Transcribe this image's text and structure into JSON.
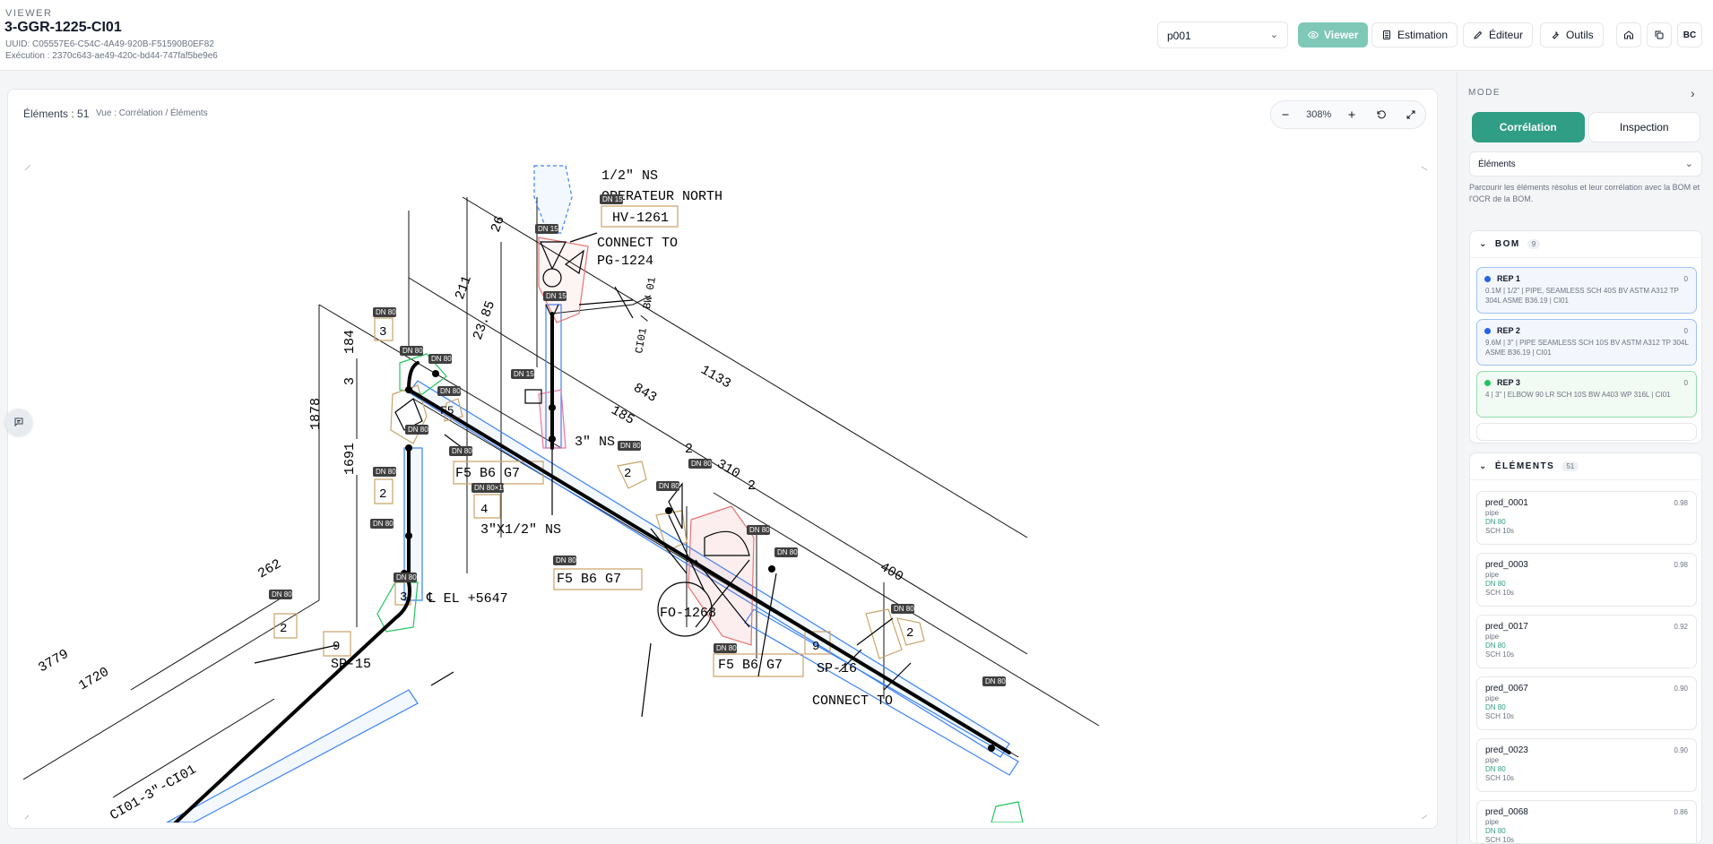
{
  "header": {
    "kicker": "VIEWER",
    "title": "3-GGR-1225-CI01",
    "uuid": "UUID: C05557E6-C54C-4A49-920B-F51590B0EF82",
    "execution": "Exécution : 2370c643-ae49-420c-bd44-747faf5be9e6",
    "page_select": "p001",
    "tabs": {
      "viewer": "Viewer",
      "estimation": "Estimation",
      "editor": "Éditeur",
      "tools": "Outils"
    },
    "avatar": "BC"
  },
  "canvas": {
    "count": "Éléments : 51",
    "view": "Vue : Corrélation / Éléments",
    "zoom": "308%"
  },
  "drawing": {
    "tags": {
      "dn80": "DN 80",
      "dn15": "DN 15",
      "dn80x15": "DN 80×15"
    },
    "texts": {
      "ns_half": "1/2\" NS",
      "operator": "OPERATEUR NORTH",
      "hv": "HV-1261",
      "connect_to": "CONNECT TO",
      "pg": "PG-1224",
      "ci01_bw": "CI01 / BW 01",
      "f5b6g7": "F5 B6 G7",
      "ns3": "3\" NS",
      "reducer": "3\"X1/2\" NS",
      "el": "℄ EL +5647",
      "fo": "FO-1268",
      "sp15": "SP-15",
      "sp16": "SP-16",
      "line": "CI01-3\"-CI01",
      "connect_to_b": "CONNECT TO",
      "f5": "F5"
    },
    "dims": {
      "d26": "26",
      "d211": "211",
      "d2385": "23.85",
      "d184": "184",
      "d3": "3",
      "d1878": "1878",
      "d1691": "1691",
      "d262": "262",
      "d1720": "1720",
      "d3779": "3779",
      "d843": "843",
      "d1133": "1133",
      "d185": "185",
      "d310": "310",
      "d2a": "2",
      "d2b": "2",
      "d400": "400"
    },
    "bubbles": {
      "b3": "3",
      "b2": "2",
      "b4": "4",
      "b9": "9"
    }
  },
  "panel": {
    "mode_label": "MODE",
    "seg_correlation": "Corrélation",
    "seg_inspection": "Inspection",
    "elements_select": "Éléments",
    "help": "Parcourir les éléments résolus et leur corrélation avec la BOM et l'OCR de la BOM.",
    "bom": {
      "title": "BOM",
      "count": "9",
      "items": [
        {
          "ref": "REP 1",
          "qty": "0",
          "desc": "0.1M | 1/2\" | PIPE, SEAMLESS SCH 40S BV ASTM A312 TP 304L ASME B36.19 | CI01",
          "color": "#2563eb"
        },
        {
          "ref": "REP 2",
          "qty": "0",
          "desc": "9.6M | 3\" | PIPE SEAMLESS SCH 10S BV ASTM A312 TP 304L ASME B36.19 | CI01",
          "color": "#2563eb"
        },
        {
          "ref": "REP 3",
          "qty": "0",
          "desc": "4 | 3\" | ELBOW 90 LR SCH 10S BW A403 WP 316L | CI01",
          "color": "#22c55e"
        }
      ]
    },
    "elements": {
      "title": "ÉLÉMENTS",
      "count": "51",
      "items": [
        {
          "name": "pred_0001",
          "score": "0.98",
          "kind": "pipe",
          "dn": "DN 80",
          "sch": "SCH 10s"
        },
        {
          "name": "pred_0003",
          "score": "0.98",
          "kind": "pipe",
          "dn": "DN 80",
          "sch": "SCH 10s"
        },
        {
          "name": "pred_0017",
          "score": "0.92",
          "kind": "pipe",
          "dn": "DN 80",
          "sch": "SCH 10s"
        },
        {
          "name": "pred_0067",
          "score": "0.90",
          "kind": "pipe",
          "dn": "DN 80",
          "sch": "SCH 10s"
        },
        {
          "name": "pred_0023",
          "score": "0.90",
          "kind": "pipe",
          "dn": "DN 80",
          "sch": "SCH 10s"
        },
        {
          "name": "pred_0068",
          "score": "0.86",
          "kind": "pipe",
          "dn": "DN 80",
          "sch": "SCH 10s"
        }
      ]
    }
  },
  "colors": {
    "accent": "#2f9e84",
    "viewer_active": "#7fc8b7",
    "overlay_blue": "#3b82f6",
    "overlay_orange": "#c9a46a",
    "overlay_red": "#e57373",
    "overlay_green": "#22c55e",
    "tag_bg": "#3f3f3f"
  }
}
